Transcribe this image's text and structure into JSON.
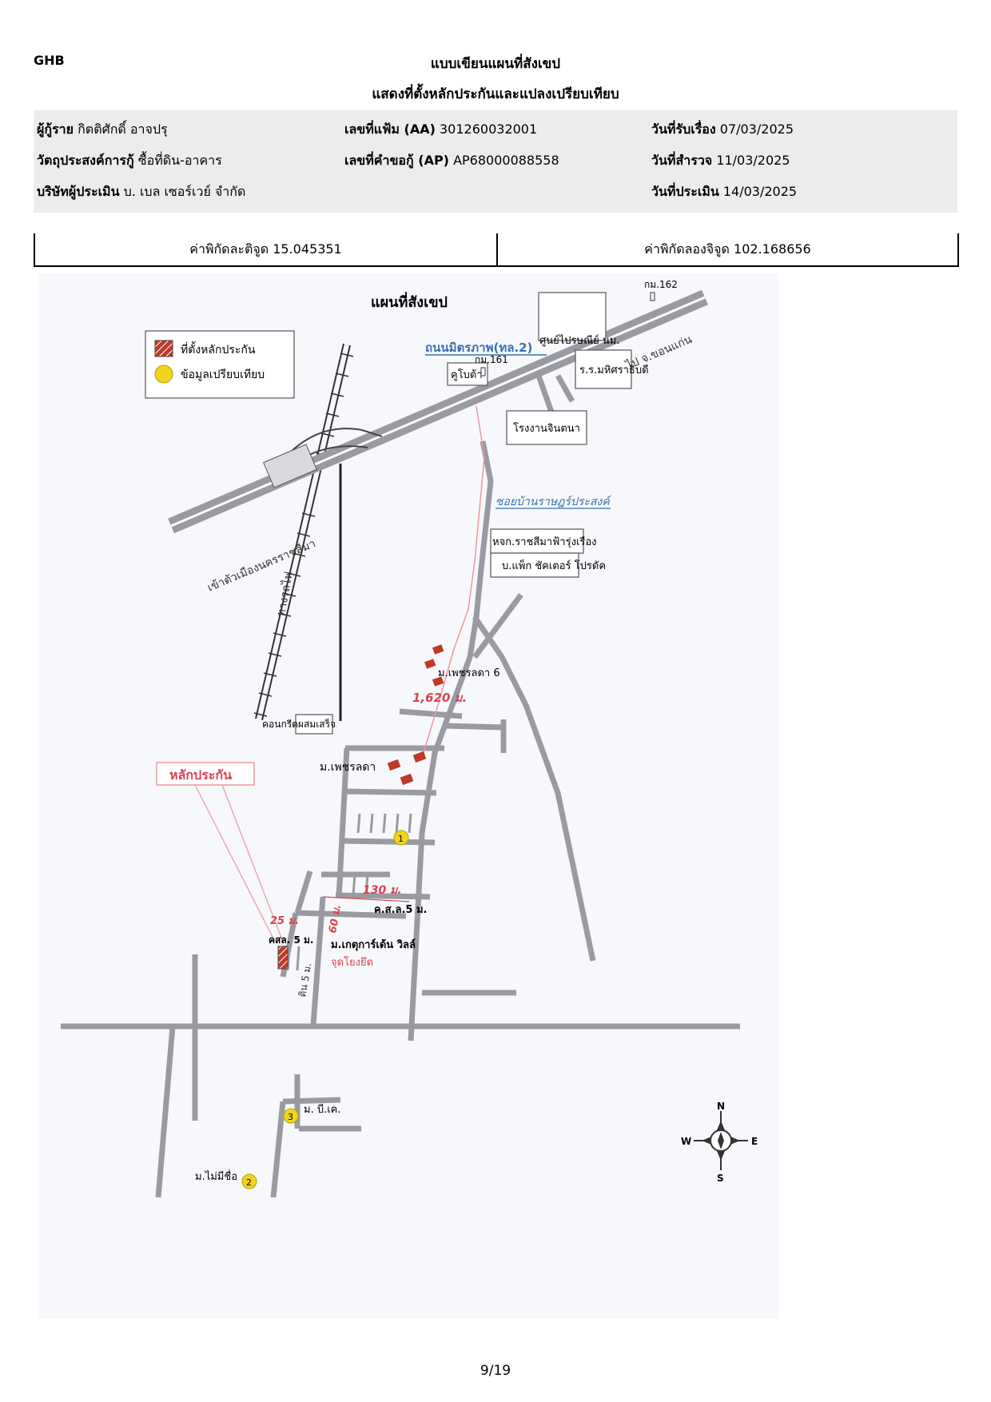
{
  "header": {
    "brand": "GHB",
    "title": "แบบเขียนแผนที่สังเขป",
    "subtitle": "แสดงที่ตั้งหลักประกันและแปลงเปรียบเทียบ"
  },
  "info": {
    "borrower_label": "ผู้กู้ราย",
    "borrower_value": "กิตติศักดิ์ อาจปรุ",
    "purpose_label": "วัตถุประสงค์การกู้",
    "purpose_value": "ซื้อที่ดิน-อาคาร",
    "appraiser_label": "บริษัทผู้ประเมิน",
    "appraiser_value": "บ. เบล เซอร์เวย์ จำกัด",
    "file_label": "เลขที่แฟ้ม (AA)",
    "file_value": "301260032001",
    "request_label": "เลขที่คำขอกู้ (AP)",
    "request_value": "AP68000088558",
    "received_label": "วันที่รับเรื่อง",
    "received_value": "07/03/2025",
    "survey_label": "วันที่สำรวจ",
    "survey_value": "11/03/2025",
    "appraisal_label": "วันที่ประเมิน",
    "appraisal_value": "14/03/2025"
  },
  "coords": {
    "lat_text": "ค่าพิกัดละติจูด 15.045351",
    "lon_text": "ค่าพิกัดลองจิจูด 102.168656"
  },
  "map": {
    "title": "แผนที่สังเขป",
    "legend_collateral": "ที่ตั้งหลักประกัน",
    "legend_comparable": "ข้อมูลเปรียบเทียบ",
    "km162": "กม.162",
    "km161": "กม.161",
    "highway": "ถนนมิตรภาพ(ทล.2)",
    "to_khonkaen": "ไป จ.ขอนแก่น",
    "to_city": "เข้าตัวเมืองนครราชสีมา",
    "post_center": "ศูนย์ไปรษณีย์ นม.",
    "kubota": "คูโบต้า",
    "school": "ร.ร.มหิศราธิบดี",
    "factory": "โรงงานจินตนา",
    "soi": "ซอยบ้านราษฎร์ประสงค์",
    "shop1": "หจก.ราชสีมาฟ้ารุ่งเรือง",
    "shop2": "บ.แพ็ก ชัคเตอร์ โปรดัค",
    "railway": "ทางรถไฟ",
    "dist_1620": "1,620 ม.",
    "village_phet6": "ม.เพชรลดา 6",
    "concrete": "คอนกรีตผสมเสร็จ",
    "village_phet": "ม.เพชรลดา",
    "collateral": "หลักประกัน",
    "dist_130": "130 ม.",
    "road_ksl5": "ค.ส.ล.5 ม.",
    "dist_60": "60 ม.",
    "dist_25": "25 ม.",
    "road_kssl": "คสล. 5 ม.",
    "village_ket": "ม.เกตุการ์เด้น วิลล์",
    "easement": "จุดโยงยึด",
    "dirt_road": "ดิน 5 ม.",
    "village_bik": "ม. บี.เค.",
    "village_noname": "ม.ไม่มีชื่อ",
    "marker1": "1",
    "marker2": "2",
    "marker3": "3",
    "compass_n": "N",
    "compass_s": "S",
    "compass_e": "E",
    "compass_w": "W",
    "colors": {
      "road": "#9a9aa2",
      "collateral": "#c0392b",
      "comparable": "#f1d51c",
      "annotation": "#d9434f",
      "highway_label": "#3a6fb0"
    }
  },
  "footer": {
    "page": "9/19"
  }
}
